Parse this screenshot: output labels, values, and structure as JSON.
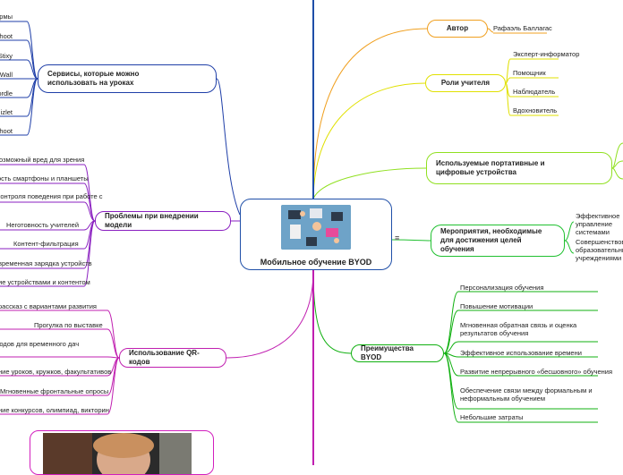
{
  "center": {
    "title": "Мобильное обучение BYOD",
    "image_icon": "collaboration-photo"
  },
  "notes_icon": "≡",
  "right": [
    {
      "label": "Автор",
      "color": "#f0a020",
      "leaves": [
        "Рафаэль Баллагас"
      ]
    },
    {
      "label": "Роли учителя",
      "color": "#e0e000",
      "leaves": [
        "Эксперт-информатор",
        "Помощник",
        "Наблюдатель",
        "Вдохновитель"
      ]
    },
    {
      "label": "Используемые портативные и цифровые устройства",
      "color": "#90e020",
      "leaves": []
    },
    {
      "label": "Мероприятия, необходимые для достижения целей обучения",
      "color": "#20c030",
      "leaves": [
        "Эффективное управление системами",
        "Совершенствование образовательных учреждениями"
      ]
    },
    {
      "label": "Преимущества BYOD",
      "color": "#10b010",
      "leaves": [
        "Персонализация обучения",
        "Повышение мотивации",
        "Мгновенная обратная связь и оценка результатов обучения",
        "Эффективное использование времени",
        "Развитие непрерывного «бесшовного» обучения",
        "Обеспечение связи между формальным и неформальным обучением",
        "Небольшие затраты"
      ]
    }
  ],
  "left": [
    {
      "label": "Сервисы, которые можно использовать на уроках",
      "color": "#1f3fa8",
      "leaves": [
        "ормы",
        "Kahoot",
        "Stixy",
        "Wall",
        "ordle",
        "izlet",
        "hoot"
      ]
    },
    {
      "label": "Проблемы при внедрении модели",
      "color": "#8a1fc0",
      "leaves": [
        "Возможный вред для зрения",
        "ость смартфоны и планшеты",
        "контроля поведения при работе с",
        "Неготовность учителей",
        "Контент-фильтрация",
        "временная зарядка устройств",
        "ие устройствами и контентом"
      ]
    },
    {
      "label": "Использование QR-кодов",
      "color": "#c01fb0",
      "leaves": [
        "рассказ с вариантами развития",
        "Прогулка по выставке",
        "кодов для временного дач",
        "ние уроков, кружков, факультативов",
        "Мгновенные фронтальные опросы",
        "ние конкурсов, олимпиад, викторин"
      ]
    }
  ]
}
